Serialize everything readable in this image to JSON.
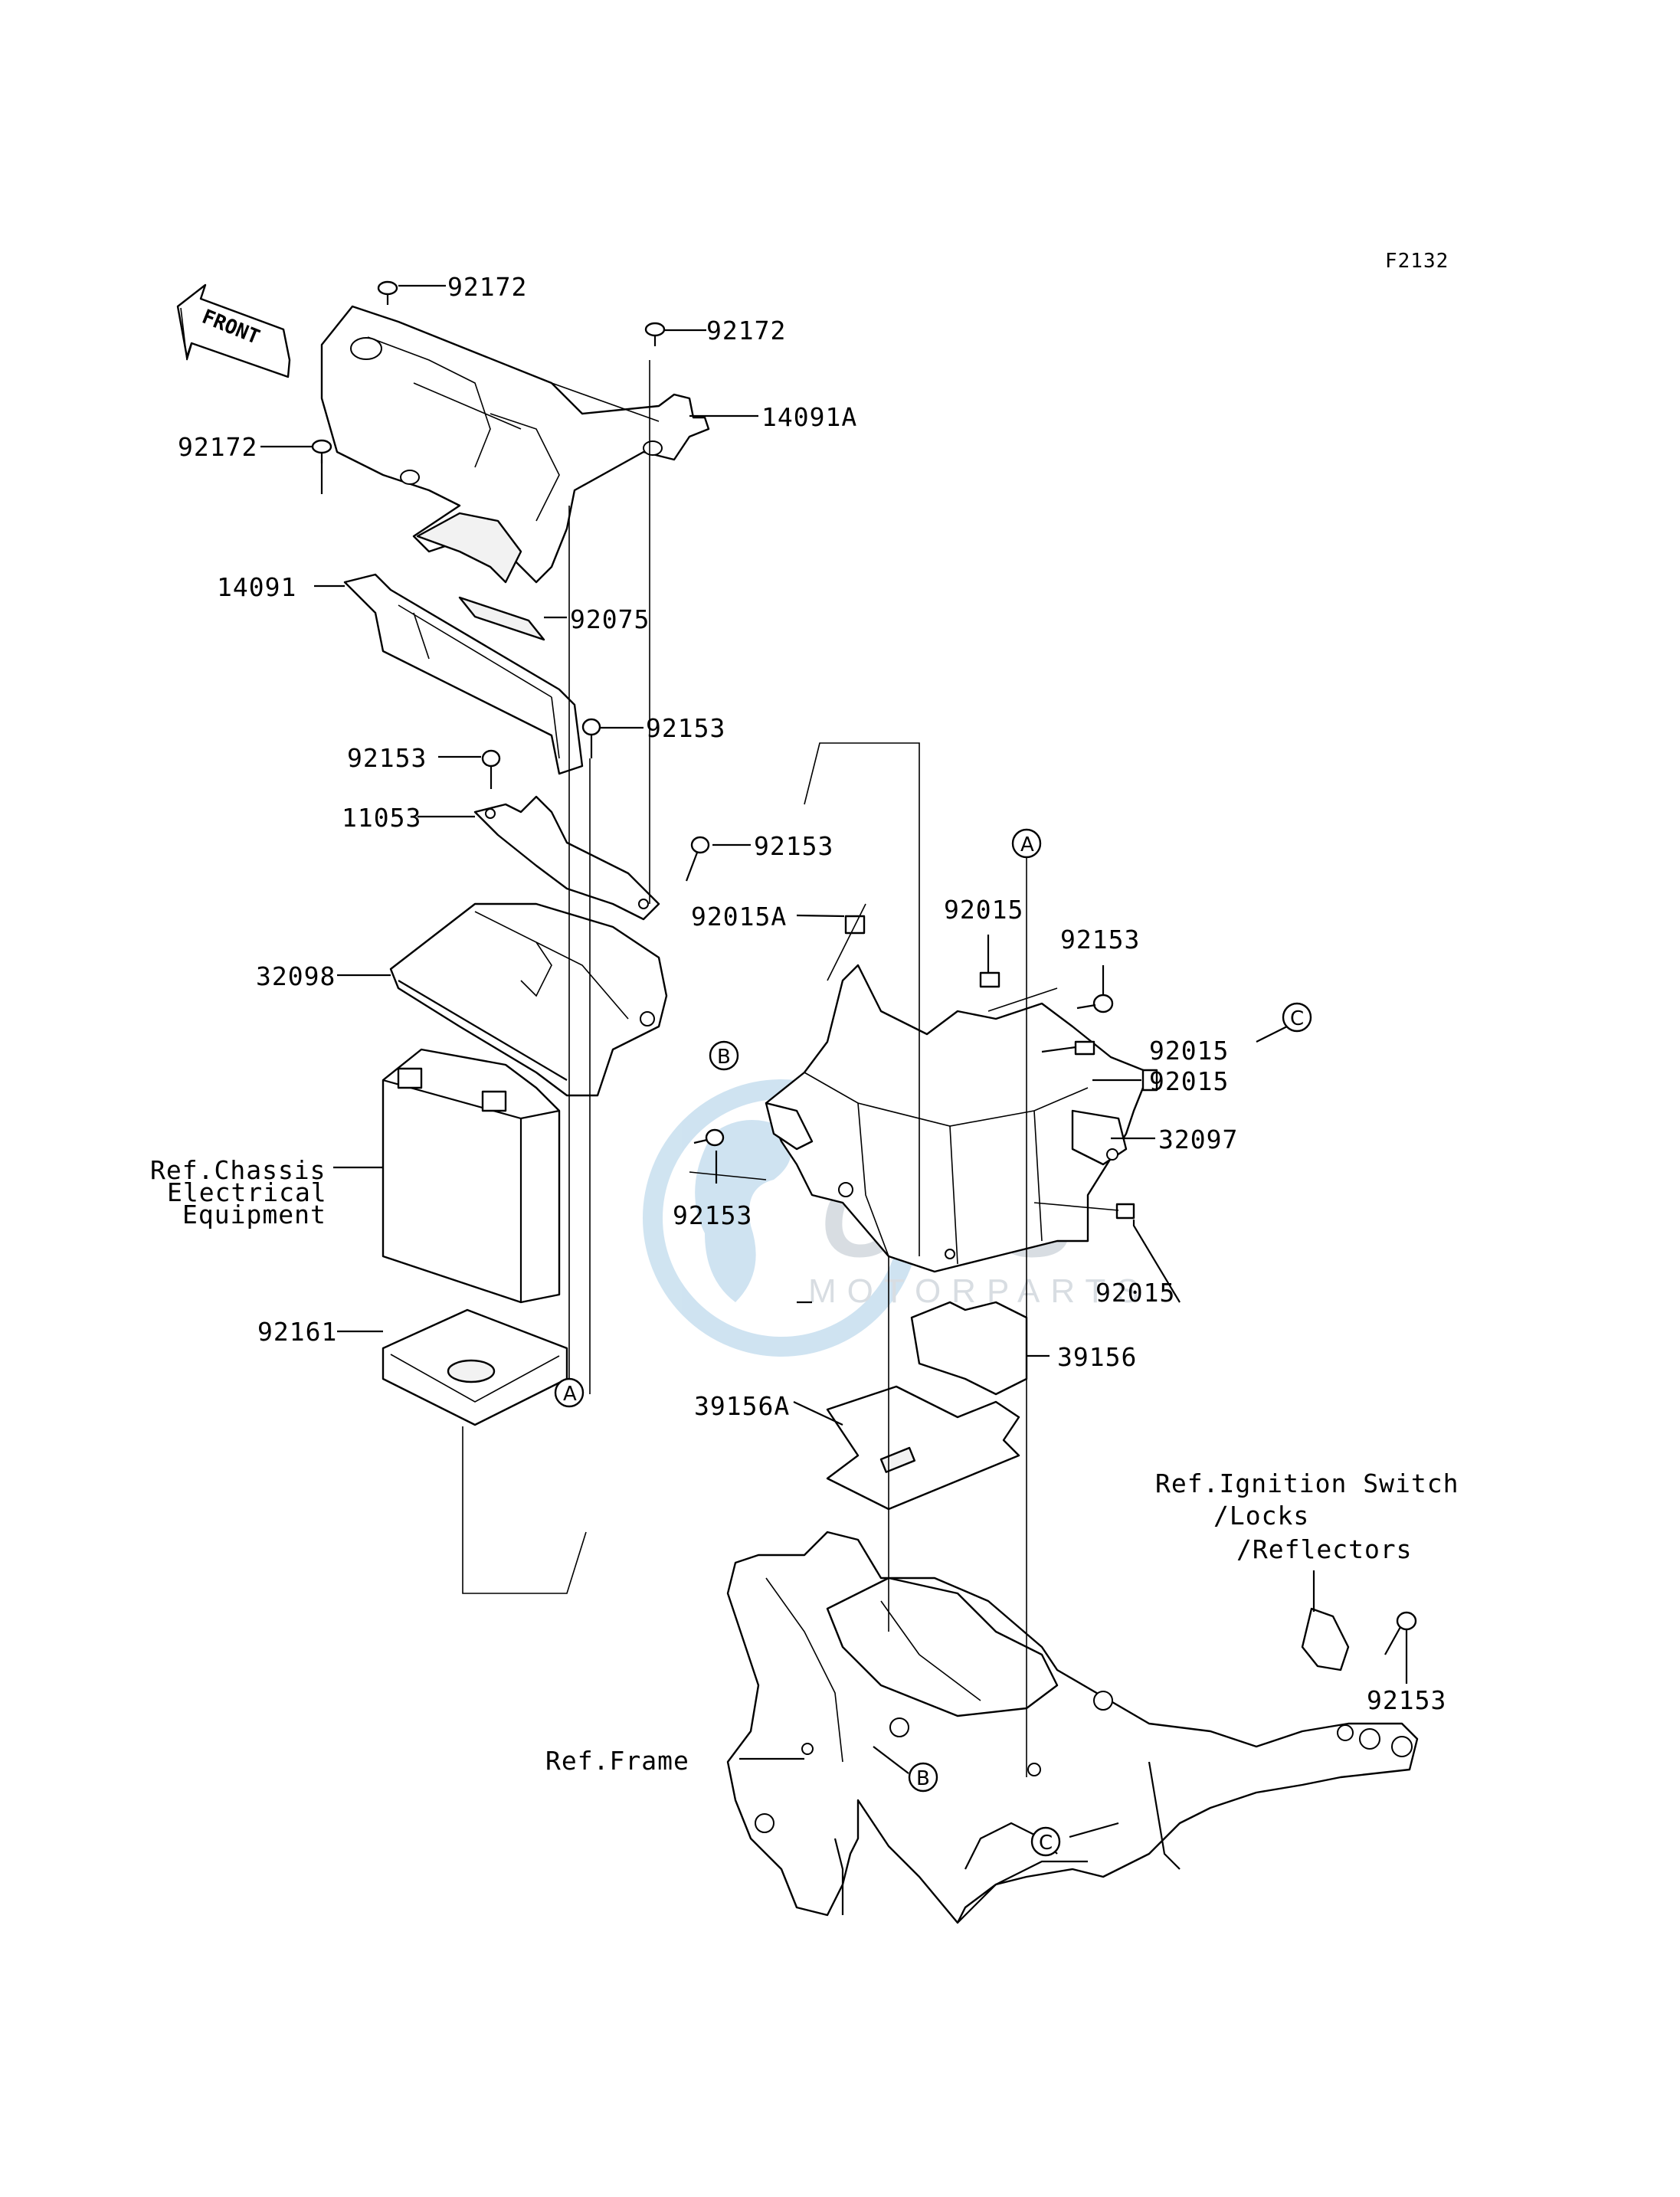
{
  "diagram_code": "F2132",
  "front_arrow": {
    "label": "FRONT",
    "icon": "front-direction-arrow-icon"
  },
  "watermark": {
    "brand": "CMS",
    "text": "MOTORPARTS",
    "color": "#b9c3cb",
    "globe_color": "#a9cde6"
  },
  "callout_markers": [
    "A",
    "B",
    "C"
  ],
  "part_labels": {
    "p92172_top": "92172",
    "p92172_mid": "92172",
    "p92172_left": "92172",
    "p14091A": "14091A",
    "p14091": "14091",
    "p92075": "92075",
    "p92153_a": "92153",
    "p92153_b": "92153",
    "p11053": "11053",
    "p92153_c": "92153",
    "p92015A": "92015A",
    "p32098": "32098",
    "p92015_a": "92015",
    "p92153_d": "92153",
    "p92015_b": "92015",
    "p92015_c": "92015",
    "p32097": "32097",
    "p92153_e": "92153",
    "p92015_d": "92015",
    "p92161": "92161",
    "p39156": "39156",
    "p39156A": "39156A",
    "p92153_f": "92153"
  },
  "references": {
    "chassis": [
      "Ref.Chassis",
      "Electrical",
      "Equipment"
    ],
    "ignition": [
      "Ref.Ignition Switch",
      "/Locks",
      "/Reflectors"
    ],
    "frame": "Ref.Frame"
  }
}
